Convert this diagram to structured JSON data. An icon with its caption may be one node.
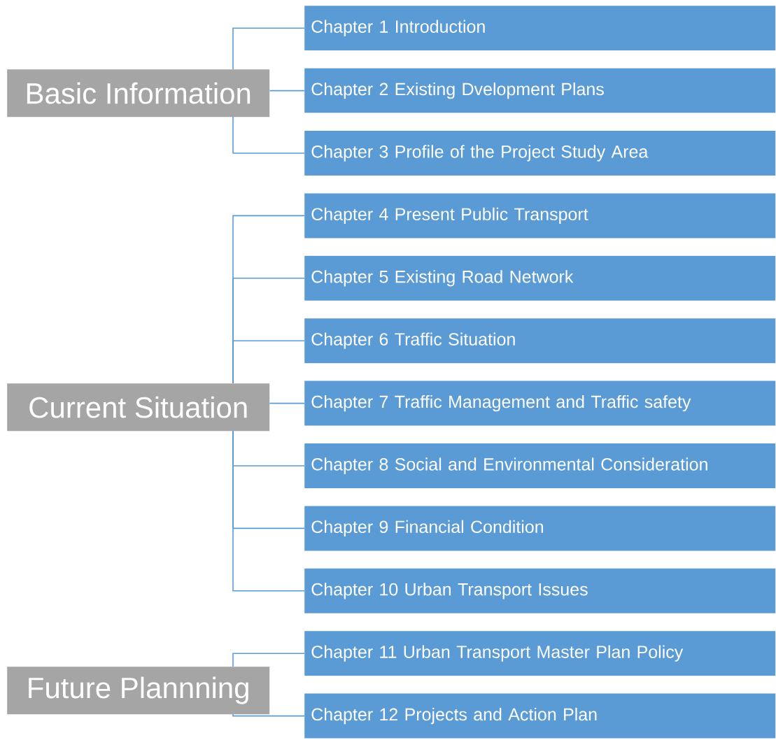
{
  "diagram": {
    "nodes": [
      {
        "text": [
          "Basic Information"
        ]
      },
      {
        "text": [
          "Chapter 1 Introduction"
        ]
      },
      {
        "text": [
          "Chapter 2 Existing Dvelopment Plans"
        ]
      },
      {
        "text": [
          "Chapter 3 Profile of the Project Study Area"
        ]
      },
      {
        "text": [
          "Current Situation"
        ]
      },
      {
        "text": [
          "Chapter 4 Present Public Transport"
        ]
      },
      {
        "text": [
          "Chapter 5 Existing Road Network"
        ]
      },
      {
        "text": [
          "Chapter 6 Traffic Situation"
        ]
      },
      {
        "text": [
          "Chapter 7 Traffic Management and Traffic safety"
        ]
      },
      {
        "text": [
          "Chapter 8 Social and Environmental Consideration"
        ]
      },
      {
        "text": [
          "Chapter 9 Financial Condition"
        ]
      },
      {
        "text": [
          "Chapter 10 Urban Transport Issues"
        ]
      },
      {
        "text": [
          "Future Plannning"
        ]
      },
      {
        "text": [
          "Chapter 11 Urban Transport Master Plan Policy"
        ]
      },
      {
        "text": [
          "Chapter 12 Projects and Action Plan"
        ]
      }
    ],
    "edges": [
      {
        "from": 0,
        "to": 1,
        "arrow": "none"
      },
      {
        "from": 0,
        "to": 2,
        "arrow": "none"
      },
      {
        "from": 0,
        "to": 3,
        "arrow": "none"
      },
      {
        "from": 4,
        "to": 5,
        "arrow": "none"
      },
      {
        "from": 4,
        "to": 6,
        "arrow": "none"
      },
      {
        "from": 4,
        "to": 7,
        "arrow": "none"
      },
      {
        "from": 4,
        "to": 8,
        "arrow": "none"
      },
      {
        "from": 4,
        "to": 9,
        "arrow": "none"
      },
      {
        "from": 4,
        "to": 10,
        "arrow": "none"
      },
      {
        "from": 4,
        "to": 11,
        "arrow": "none"
      },
      {
        "from": 12,
        "to": 13,
        "arrow": "none"
      },
      {
        "from": 12,
        "to": 14,
        "arrow": "none"
      }
    ]
  }
}
